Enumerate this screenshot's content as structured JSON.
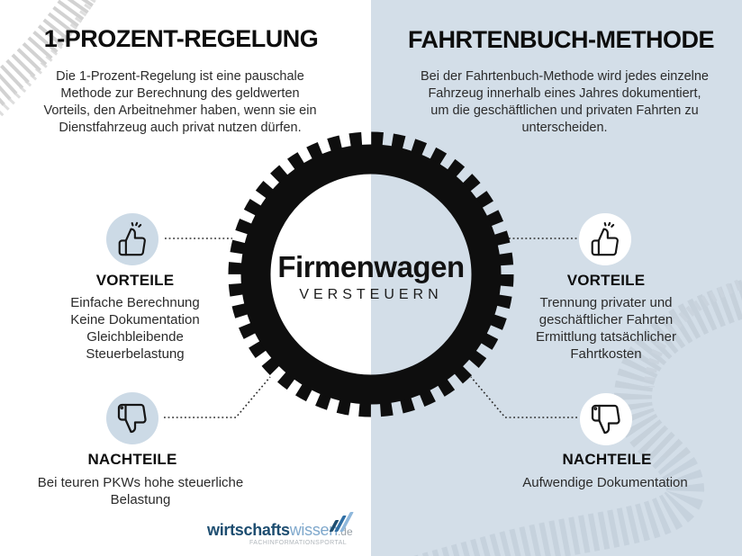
{
  "center": {
    "title": "Firmenwagen",
    "subtitle": "VERSTEUERN"
  },
  "left_column": {
    "title": "1-PROZENT-REGELUNG",
    "description": "Die 1-Prozent-Regelung ist eine pauschale Methode zur Berechnung des geldwerten Vorteils, den Arbeitnehmer haben, wenn sie ein Dienstfahrzeug auch privat nutzen dürfen.",
    "advantages": {
      "title": "VORTEILE",
      "icon": "thumbs-up-icon",
      "items": [
        "Einfache Berechnung",
        "Keine Dokumentation",
        "Gleichbleibende Steuerbelastung"
      ]
    },
    "disadvantages": {
      "title": "NACHTEILE",
      "icon": "thumbs-down-icon",
      "items": [
        "Bei teuren PKWs hohe steuerliche Belastung"
      ]
    }
  },
  "right_column": {
    "title": "FAHRTENBUCH-METHODE",
    "description": "Bei der Fahrtenbuch-Methode wird jedes einzelne Fahrzeug innerhalb eines Jahres dokumentiert, um die geschäftlichen und privaten Fahrten zu unterscheiden.",
    "advantages": {
      "title": "VORTEILE",
      "icon": "thumbs-up-icon",
      "items": [
        "Trennung privater und geschäftlicher Fahrten",
        "Ermittlung tatsächlicher Fahrtkosten"
      ]
    },
    "disadvantages": {
      "title": "NACHTEILE",
      "icon": "thumbs-down-icon",
      "items": [
        "Aufwendige Dokumentation"
      ]
    }
  },
  "footer": {
    "brand_bold": "wirtschafts",
    "brand_light": "wissen",
    "brand_suffix": ".de",
    "tagline": "FACHINFORMATIONSPORTAL"
  },
  "icons": {
    "center": "tire-icon",
    "decorations": [
      "tire-track-icon-top-left",
      "tire-track-icon-right"
    ],
    "brand": "triple-slash-icon"
  },
  "colors": {
    "panel_right": "#d3dee8",
    "icon_circle_left": "#ccdae6",
    "icon_circle_right": "#ffffff",
    "ink": "#0e0e0e",
    "track_gray": "#c9c9c9",
    "track_blue": "#c3ced9",
    "brand_dark": "#1d4d70",
    "brand_mid": "#2f6fa5",
    "brand_light_blue": "#8fb8dc"
  }
}
